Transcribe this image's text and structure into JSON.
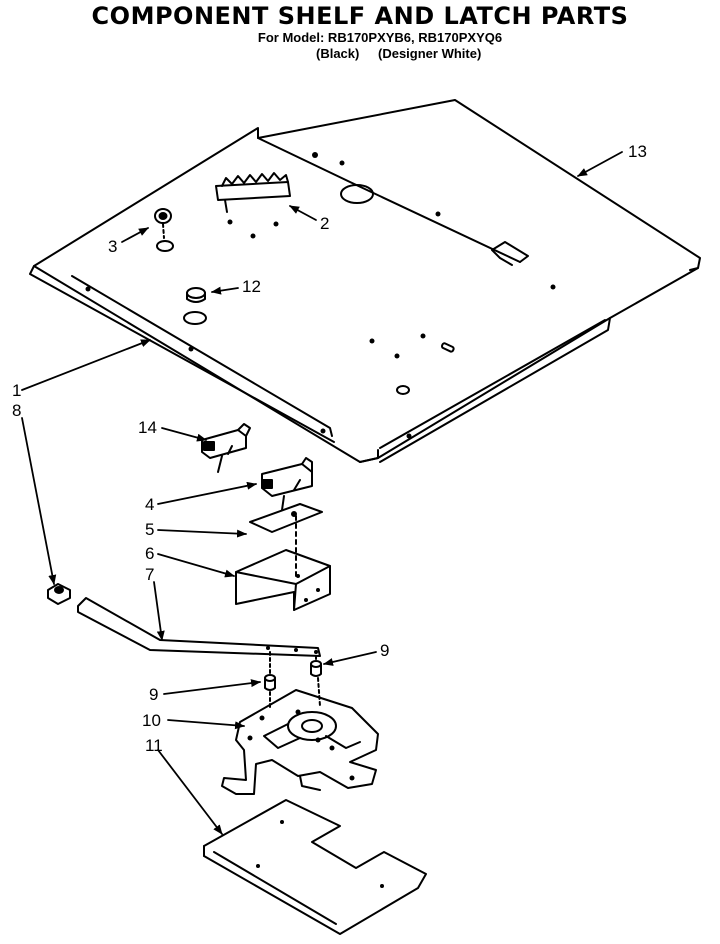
{
  "header": {
    "title": "COMPONENT SHELF AND LATCH PARTS",
    "model_line": "For Model: RB170PXYB6, RB170PXYQ6",
    "variant_black": "(Black)",
    "variant_white": "(Designer White)"
  },
  "callouts": {
    "c1": "1",
    "c2": "2",
    "c3": "3",
    "c4": "4",
    "c5": "5",
    "c6": "6",
    "c7": "7",
    "c8": "8",
    "c9a": "9",
    "c9b": "9",
    "c10": "10",
    "c11": "11",
    "c12": "12",
    "c13": "13",
    "c14": "14"
  }
}
